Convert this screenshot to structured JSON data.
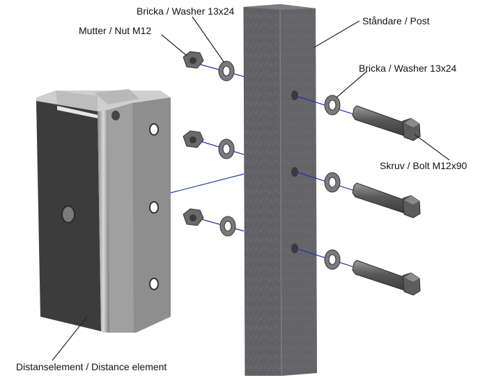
{
  "labels": {
    "washer_top": "Bricka / Washer 13x24",
    "nut": "Mutter / Nut M12",
    "post": "Ståndare / Post",
    "washer_right": "Bricka / Washer 13x24",
    "bolt": "Skruv / Bolt M12x90",
    "spacer": "Distanselement / Distance element"
  },
  "colors": {
    "background": "#ffffff",
    "post": "#5f5f63",
    "bracket": "#4a4a4a",
    "hardware": "#707070",
    "leader": "#222222",
    "axis_line": "#2233aa"
  }
}
